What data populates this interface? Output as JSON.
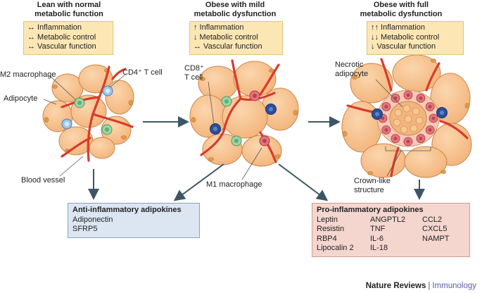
{
  "panels": [
    {
      "heading_line1": "Lean with normal",
      "heading_line2": "metabolic function",
      "effects": [
        "↔ Inflammation",
        "↔ Metabolic control",
        "↔ Vascular function"
      ]
    },
    {
      "heading_line1": "Obese with mild",
      "heading_line2": "metabolic dysfunction",
      "effects": [
        "↑ Inflammation",
        "↓ Metabolic control",
        "↔ Vascular function"
      ]
    },
    {
      "heading_line1": "Obese with full",
      "heading_line2": "metabolic dysfunction",
      "effects": [
        "↑↑ Inflammation",
        "↓↓ Metabolic control",
        "↓  Vascular function"
      ]
    }
  ],
  "labels": {
    "m2_macrophage": "M2 macrophage",
    "cd4_t_cell": "CD4⁺ T cell",
    "adipocyte": "Adipocyte",
    "blood_vessel": "Blood vessel",
    "cd8_line1": "CD8⁺",
    "cd8_line2": "T cell",
    "m1_macrophage": "M1 macrophage",
    "necrotic_line1": "Necrotic",
    "necrotic_line2": "adipocyte",
    "crown_line1": "Crown-like",
    "crown_line2": "structure"
  },
  "anti_inflammatory": {
    "title": "Anti-inflammatory adipokines",
    "items": [
      "Adiponectin",
      "SFRP5"
    ]
  },
  "pro_inflammatory": {
    "title": "Pro-inflammatory adipokines",
    "col1": [
      "Leptin",
      "Resistin",
      "RBP4",
      "Lipocalin 2"
    ],
    "col2": [
      "ANGPTL2",
      "TNF",
      "IL-6",
      "IL-18"
    ],
    "col3": [
      "CCL2",
      "CXCL5",
      "NAMPT"
    ]
  },
  "footer": {
    "journal": "Nature Reviews",
    "separator": "|",
    "section": "Immunology"
  },
  "colors": {
    "adipocyte_fill": "#f7c28f",
    "adipocyte_stroke": "#c9874a",
    "nucleus": "#e39a45",
    "vessel": "#d93b2b",
    "m2_macrophage": "#9fd3a8",
    "m1_macrophage": "#e4737a",
    "cd4_t_cell": "#9cc6ea",
    "cd8_t_cell": "#2c4f9a",
    "effect_box": "#fce7b4",
    "anti_box": "#dbe6f2",
    "pro_box": "#f4d6cf",
    "arrow": "#3d5666"
  }
}
